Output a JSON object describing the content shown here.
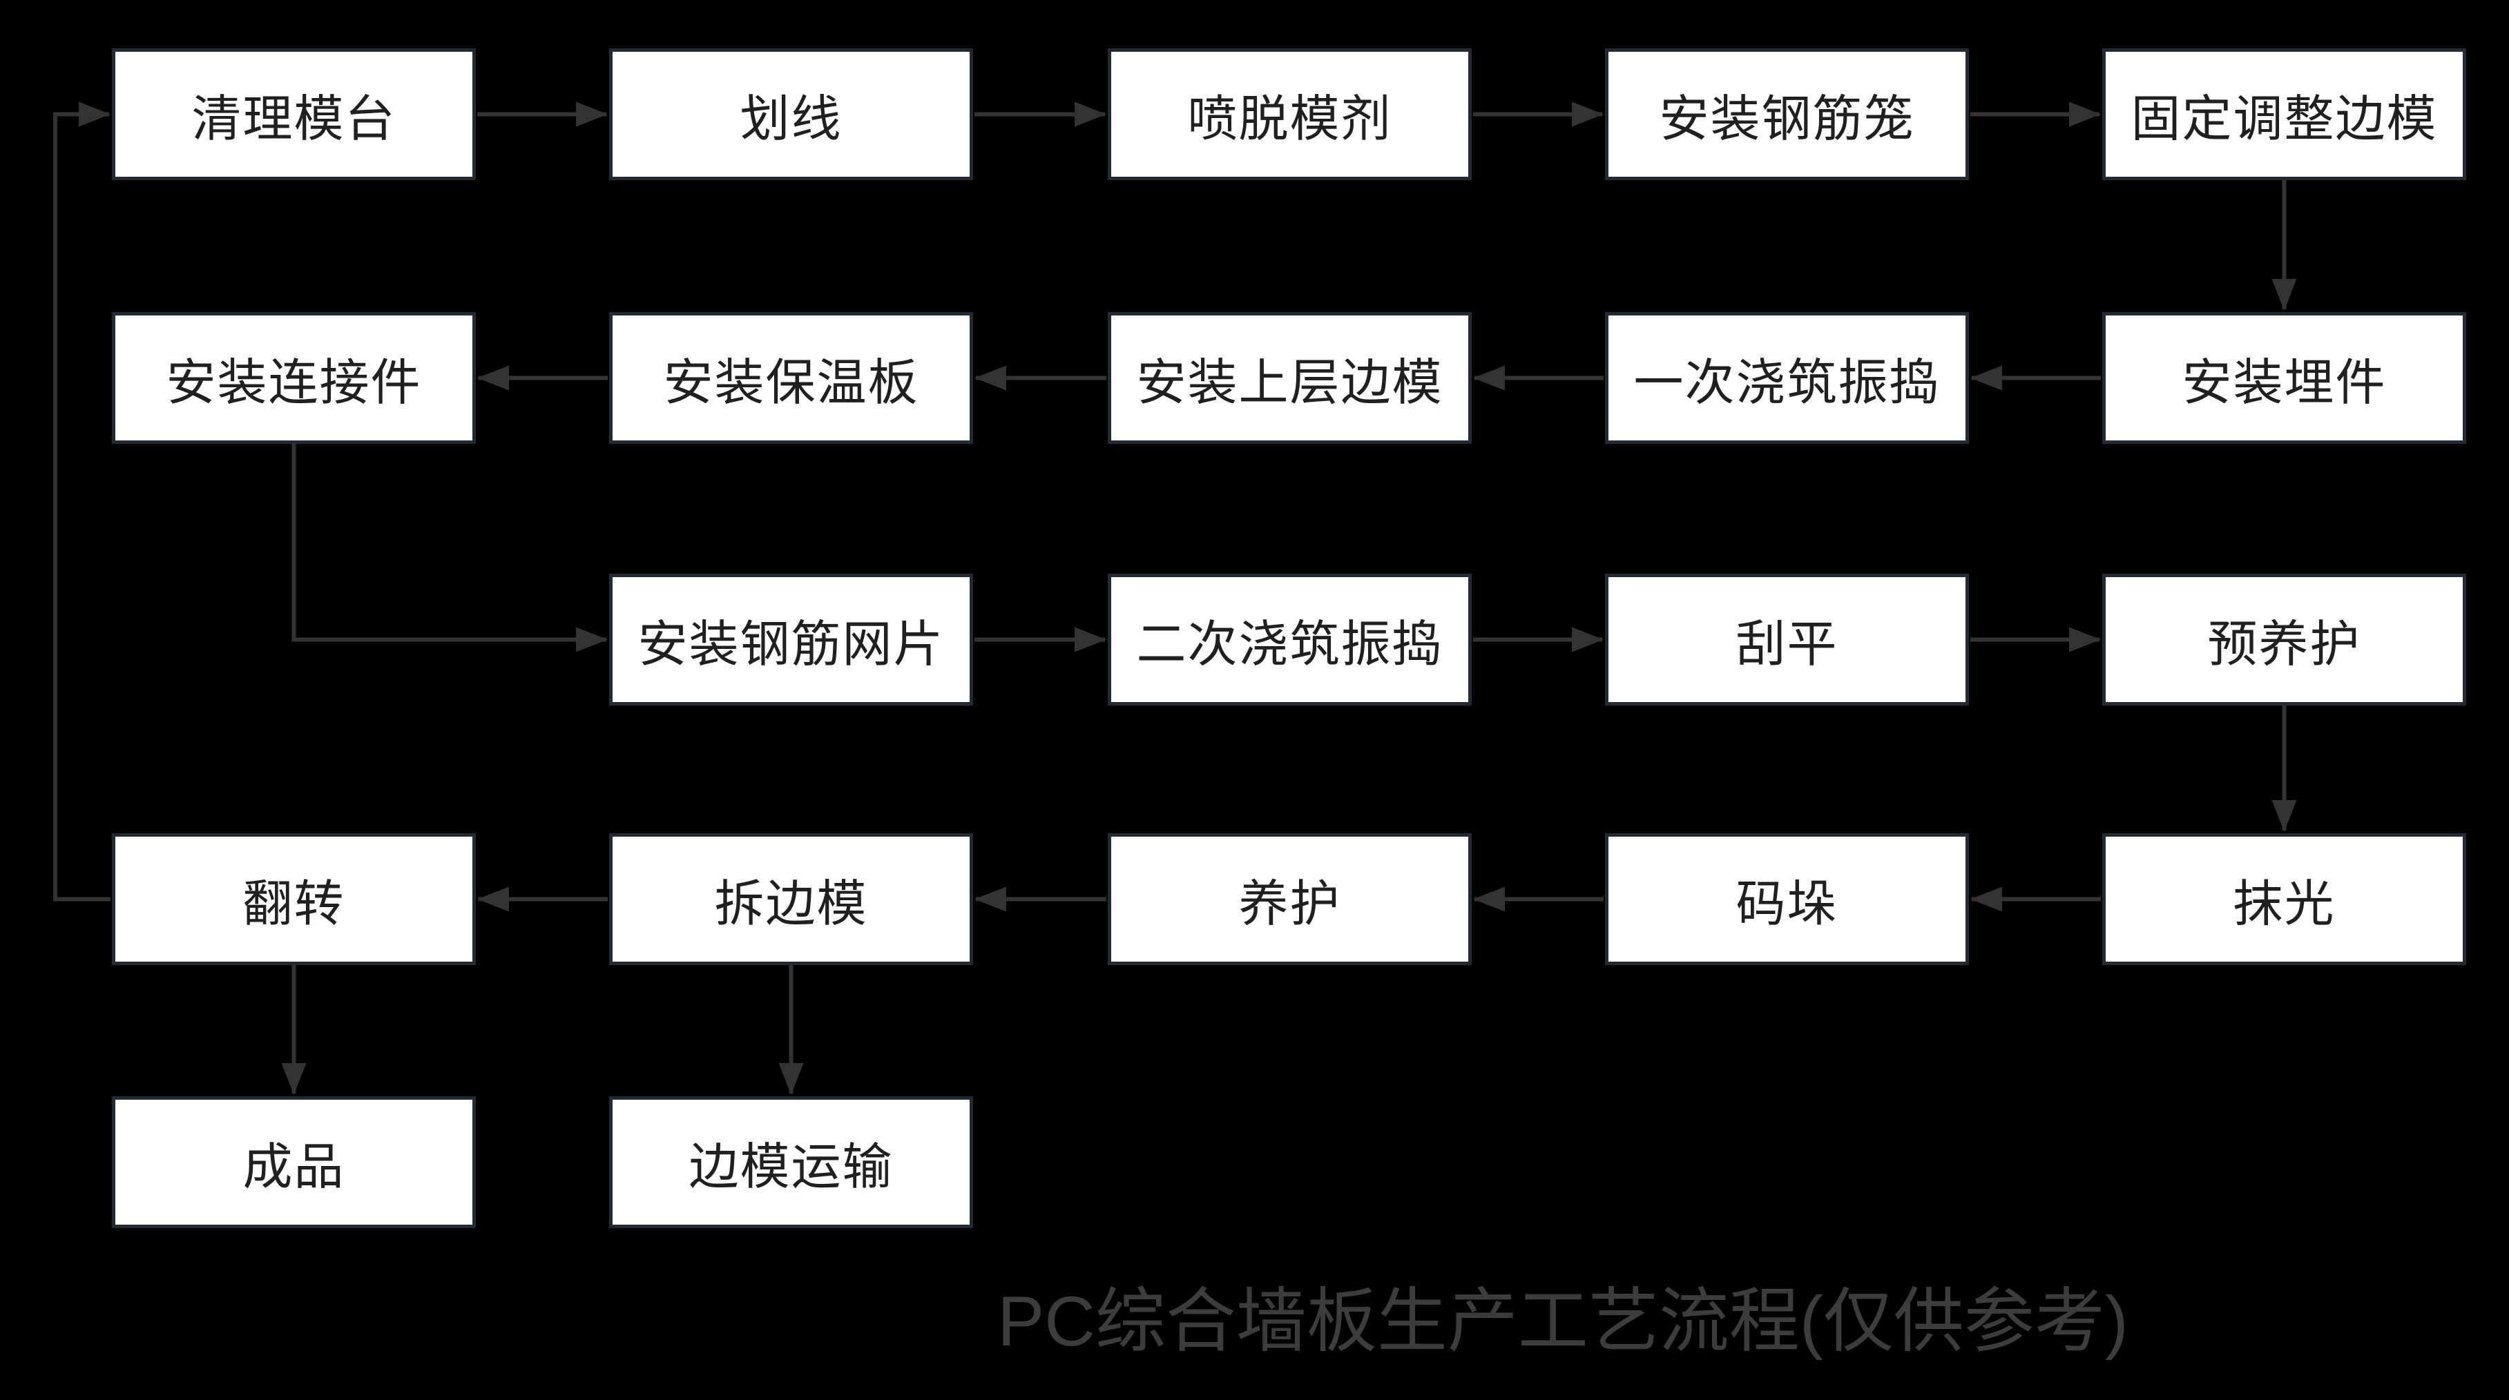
{
  "title": {
    "text": "PC综合墙板生产工艺流程(仅供参考)"
  },
  "diagram": {
    "type": "flowchart",
    "colors": {
      "background": "#000000",
      "box_fill": "#ffffff",
      "box_border": "#222a35",
      "box_text": "#202020",
      "arrow": "#333333",
      "title_text": "#3c3c3c"
    },
    "nodes": [
      {
        "id": "clean-pallet",
        "label": "清理模台",
        "row": 0,
        "col": 0
      },
      {
        "id": "marking",
        "label": "划线",
        "row": 0,
        "col": 1
      },
      {
        "id": "spray-release-agent",
        "label": "喷脱模剂",
        "row": 0,
        "col": 2
      },
      {
        "id": "install-rebar-cage",
        "label": "安装钢筋笼",
        "row": 0,
        "col": 3
      },
      {
        "id": "fix-adjust-side-molds",
        "label": "固定调整边模",
        "row": 0,
        "col": 4
      },
      {
        "id": "install-connectors",
        "label": "安装连接件",
        "row": 1,
        "col": 0
      },
      {
        "id": "install-insulation-board",
        "label": "安装保温板",
        "row": 1,
        "col": 1
      },
      {
        "id": "install-upper-side-molds",
        "label": "安装上层边模",
        "row": 1,
        "col": 2
      },
      {
        "id": "first-pour-vibrate",
        "label": "一次浇筑振捣",
        "row": 1,
        "col": 3
      },
      {
        "id": "install-embeds",
        "label": "安装埋件",
        "row": 1,
        "col": 4
      },
      {
        "id": "install-rebar-mesh",
        "label": "安装钢筋网片",
        "row": 2,
        "col": 1
      },
      {
        "id": "second-pour-vibrate",
        "label": "二次浇筑振捣",
        "row": 2,
        "col": 2
      },
      {
        "id": "scraping",
        "label": "刮平",
        "row": 2,
        "col": 3
      },
      {
        "id": "pre-curing",
        "label": "预养护",
        "row": 2,
        "col": 4
      },
      {
        "id": "flipping",
        "label": "翻转",
        "row": 3,
        "col": 0
      },
      {
        "id": "remove-side-molds",
        "label": "拆边模",
        "row": 3,
        "col": 1
      },
      {
        "id": "curing",
        "label": "养护",
        "row": 3,
        "col": 2
      },
      {
        "id": "stacking",
        "label": "码垛",
        "row": 3,
        "col": 3
      },
      {
        "id": "troweling",
        "label": "抹光",
        "row": 3,
        "col": 4
      },
      {
        "id": "finished-product",
        "label": "成品",
        "row": 4,
        "col": 0
      },
      {
        "id": "side-mold-transport",
        "label": "边模运输",
        "row": 4,
        "col": 1
      }
    ],
    "edges": [
      {
        "from": "clean-pallet",
        "to": "marking",
        "route": "right"
      },
      {
        "from": "marking",
        "to": "spray-release-agent",
        "route": "right"
      },
      {
        "from": "spray-release-agent",
        "to": "install-rebar-cage",
        "route": "right"
      },
      {
        "from": "install-rebar-cage",
        "to": "fix-adjust-side-molds",
        "route": "right"
      },
      {
        "from": "fix-adjust-side-molds",
        "to": "install-embeds",
        "route": "down"
      },
      {
        "from": "install-embeds",
        "to": "first-pour-vibrate",
        "route": "left"
      },
      {
        "from": "first-pour-vibrate",
        "to": "install-upper-side-molds",
        "route": "left"
      },
      {
        "from": "install-upper-side-molds",
        "to": "install-insulation-board",
        "route": "left"
      },
      {
        "from": "install-insulation-board",
        "to": "install-connectors",
        "route": "left"
      },
      {
        "from": "install-connectors",
        "to": "install-rebar-mesh",
        "route": "elbow-down-right"
      },
      {
        "from": "install-rebar-mesh",
        "to": "second-pour-vibrate",
        "route": "right"
      },
      {
        "from": "second-pour-vibrate",
        "to": "scraping",
        "route": "right"
      },
      {
        "from": "scraping",
        "to": "pre-curing",
        "route": "right"
      },
      {
        "from": "pre-curing",
        "to": "troweling",
        "route": "down"
      },
      {
        "from": "troweling",
        "to": "stacking",
        "route": "left"
      },
      {
        "from": "stacking",
        "to": "curing",
        "route": "left"
      },
      {
        "from": "curing",
        "to": "remove-side-molds",
        "route": "left"
      },
      {
        "from": "remove-side-molds",
        "to": "flipping",
        "route": "left"
      },
      {
        "from": "flipping",
        "to": "finished-product",
        "route": "down"
      },
      {
        "from": "remove-side-molds",
        "to": "side-mold-transport",
        "route": "down"
      },
      {
        "from": "flipping",
        "to": "clean-pallet",
        "route": "loop-left-up-right"
      }
    ]
  }
}
